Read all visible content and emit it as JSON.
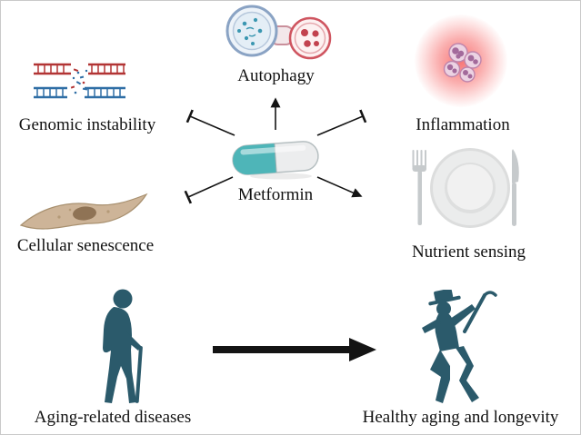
{
  "figure_type": "mechanism-diagram",
  "labels": {
    "metformin": "Metformin",
    "autophagy": "Autophagy",
    "genomic_instability": "Genomic instability",
    "inflammation": "Inflammation",
    "cellular_senescence": "Cellular senescence",
    "nutrient_sensing": "Nutrient sensing",
    "aging_related_diseases": "Aging-related diseases",
    "healthy_aging": "Healthy aging and longevity"
  },
  "connectors": [
    {
      "from": "Metformin",
      "to": "Autophagy",
      "style": "arrow"
    },
    {
      "from": "Metformin",
      "to": "Genomic instability",
      "style": "inhibition"
    },
    {
      "from": "Metformin",
      "to": "Cellular senescence",
      "style": "inhibition"
    },
    {
      "from": "Metformin",
      "to": "Inflammation",
      "style": "inhibition"
    },
    {
      "from": "Metformin",
      "to": "Nutrient sensing",
      "style": "arrow"
    },
    {
      "from": "Aging-related diseases",
      "to": "Healthy aging and longevity",
      "style": "thick-arrow"
    }
  ],
  "colors": {
    "pill_teal": "#4eb5b8",
    "pill_body": "#ecedee",
    "silhouette": "#2b5a6b",
    "connector": "#141414",
    "dna_red": "#b23434",
    "dna_blue": "#2f6ea5",
    "glow_red": "#f76d6d",
    "cell_tan": "#cdb498",
    "plate_gray": "#dcdddd",
    "autophagosome_blue": "#8aa3c4",
    "lysosome_red": "#cf5560"
  }
}
